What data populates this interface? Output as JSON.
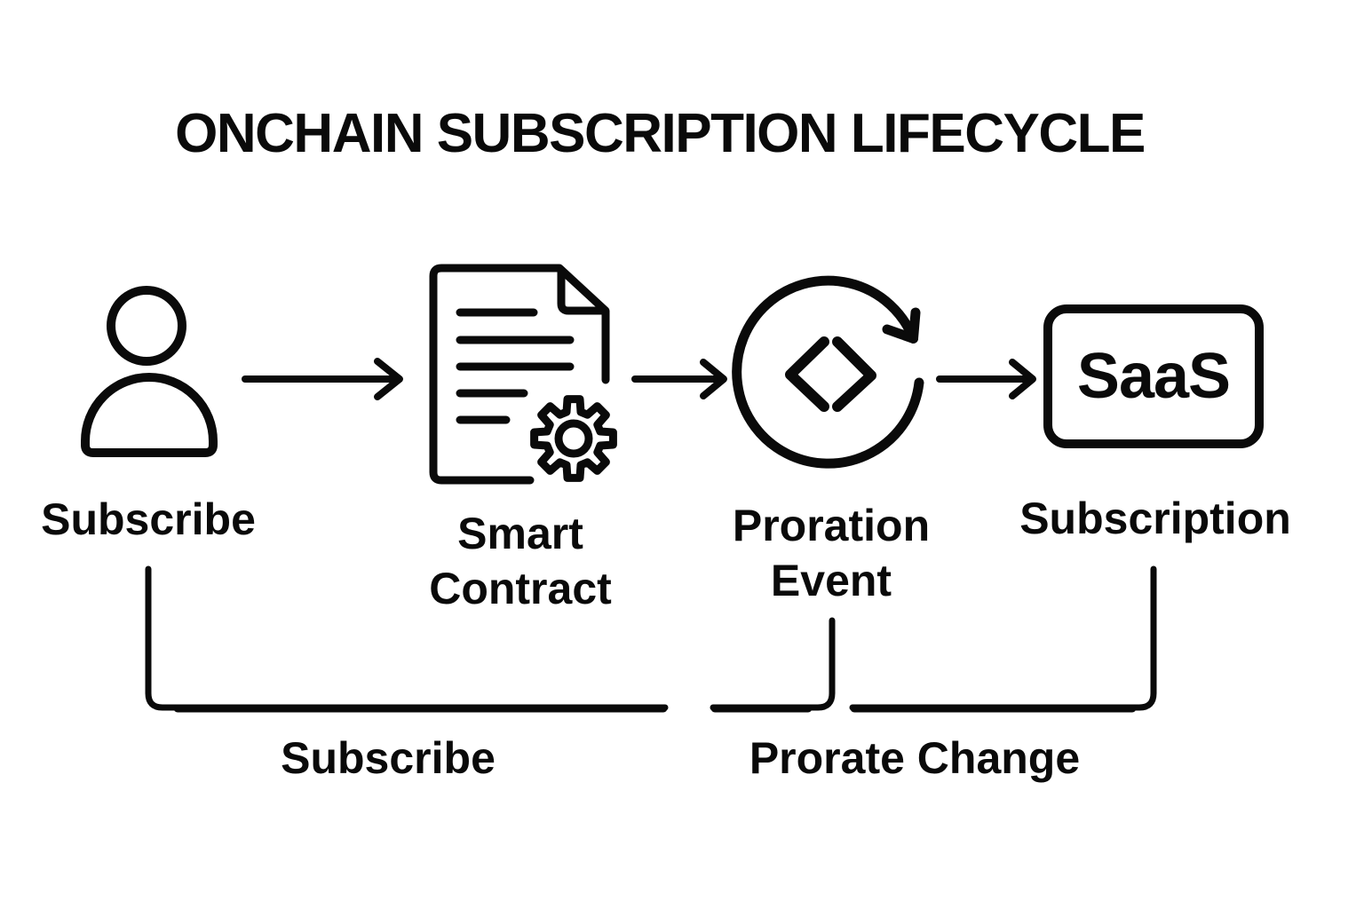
{
  "title": "ONCHAIN SUBSCRIPTION LIFECYCLE",
  "nodes": {
    "subscriber": {
      "label": "Subscribe",
      "icon": "user-icon"
    },
    "smartContract": {
      "line1": "Smart",
      "line2": "Contract",
      "icon": "document-gear-icon"
    },
    "prorationEvent": {
      "line1": "Proration",
      "line2": "Event",
      "icon": "sync-arrow-code-icon"
    },
    "subscription": {
      "label": "Subscription",
      "badge": "SaaS",
      "icon": "saas-box"
    }
  },
  "flowLabels": {
    "subscribe": "Subscribe",
    "prorateChange": "Prorate Change"
  },
  "icons": {
    "subscriber": "user-icon",
    "smart_contract": "document-with-gear-icon",
    "proration_event": "circular-sync-arrow-with-code-brackets-icon",
    "connector": "arrow-right-icon"
  },
  "colors": {
    "ink": "#0a0a0a",
    "background": "#ffffff"
  }
}
